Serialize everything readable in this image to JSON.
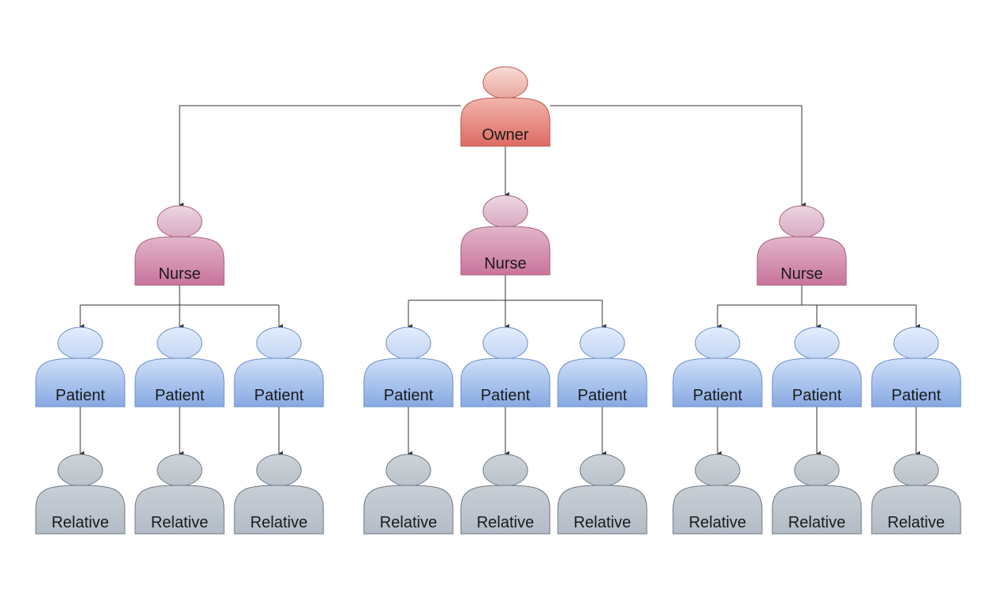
{
  "tree": {
    "label": "Owner",
    "role": "owner",
    "children": [
      {
        "label": "Nurse",
        "role": "nurse",
        "children": [
          {
            "label": "Patient",
            "role": "patient",
            "children": [
              {
                "label": "Relative",
                "role": "relative"
              }
            ]
          },
          {
            "label": "Patient",
            "role": "patient",
            "children": [
              {
                "label": "Relative",
                "role": "relative"
              }
            ]
          },
          {
            "label": "Patient",
            "role": "patient",
            "children": [
              {
                "label": "Relative",
                "role": "relative"
              }
            ]
          }
        ]
      },
      {
        "label": "Nurse",
        "role": "nurse",
        "children": [
          {
            "label": "Patient",
            "role": "patient",
            "children": [
              {
                "label": "Relative",
                "role": "relative"
              }
            ]
          },
          {
            "label": "Patient",
            "role": "patient",
            "children": [
              {
                "label": "Relative",
                "role": "relative"
              }
            ]
          },
          {
            "label": "Patient",
            "role": "patient",
            "children": [
              {
                "label": "Relative",
                "role": "relative"
              }
            ]
          }
        ]
      },
      {
        "label": "Nurse",
        "role": "nurse",
        "children": [
          {
            "label": "Patient",
            "role": "patient",
            "children": [
              {
                "label": "Relative",
                "role": "relative"
              }
            ]
          },
          {
            "label": "Patient",
            "role": "patient",
            "children": [
              {
                "label": "Relative",
                "role": "relative"
              }
            ]
          },
          {
            "label": "Patient",
            "role": "patient",
            "children": [
              {
                "label": "Relative",
                "role": "relative"
              }
            ]
          }
        ]
      }
    ]
  },
  "colors": {
    "owner": {
      "head": [
        "#f8dcd6",
        "#e8a79f"
      ],
      "body": [
        "#f2b6ae",
        "#dd6b62"
      ],
      "stroke": "#b75a52"
    },
    "nurse": {
      "head": [
        "#ecd6e2",
        "#d9a9c1"
      ],
      "body": [
        "#e2b6cb",
        "#c8739b"
      ],
      "stroke": "#a8607f"
    },
    "patient": {
      "head": [
        "#e3edfc",
        "#c3d6f4"
      ],
      "body": [
        "#d0e0f8",
        "#86a9e2"
      ],
      "stroke": "#6d8fc6"
    },
    "relative": {
      "head": [
        "#cdd3d9",
        "#bac2ca"
      ],
      "body": [
        "#c8cfd6",
        "#b3bcc6"
      ],
      "stroke": "#6f7a86"
    },
    "connector": "#333333"
  }
}
